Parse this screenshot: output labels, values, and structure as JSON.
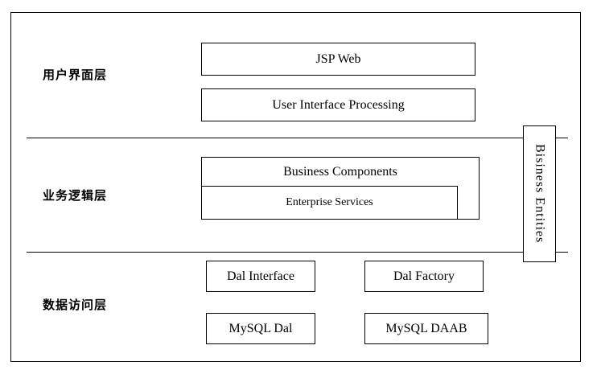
{
  "layers": {
    "ui": {
      "label": "用户界面层"
    },
    "business": {
      "label": "业务逻辑层"
    },
    "data": {
      "label": "数据访问层"
    }
  },
  "boxes": {
    "jsp_web": "JSP Web",
    "ui_processing": "User  Interface  Processing",
    "business_components": "Business   Components",
    "enterprise_services": "Enterprise Services",
    "dal_interface": "Dal Interface",
    "dal_factory": "Dal Factory",
    "mysql_dal": "MySQL Dal",
    "mysql_daab": "MySQL DAAB",
    "business_entities": "Bisiness Entities"
  }
}
